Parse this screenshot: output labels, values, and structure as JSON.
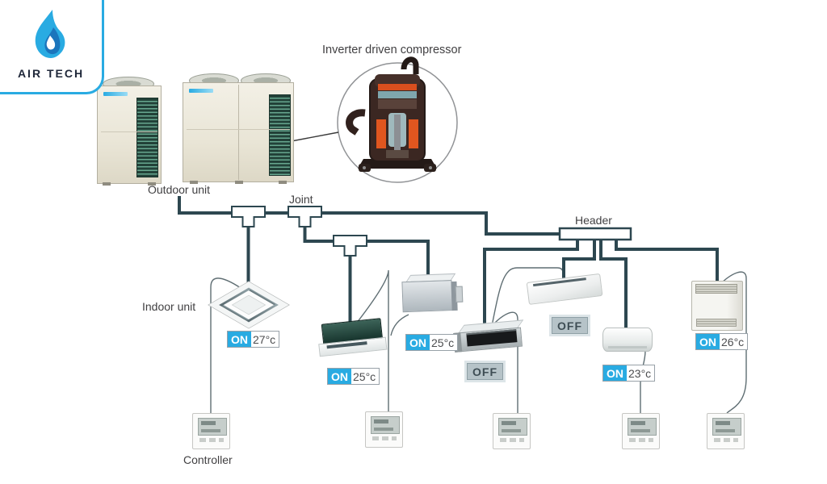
{
  "logo": {
    "brand": "AIR TECH"
  },
  "annotations": {
    "compressor": "Inverter driven compressor",
    "outdoor_unit": "Outdoor unit",
    "joint": "Joint",
    "header": "Header",
    "indoor_unit": "Indoor unit",
    "controller": "Controller"
  },
  "colors": {
    "accent": "#29abe2",
    "accent_dark": "#1b75bc",
    "pipe": "#2d4750",
    "off_badge_bg": "#b6c3c8",
    "badge_border": "#98a1a8",
    "label_text": "#414042"
  },
  "indoor_units": [
    {
      "type": "4-way-cassette",
      "status": "ON",
      "temp": "27°c"
    },
    {
      "type": "1-way-cassette",
      "status": "ON",
      "temp": "25°c"
    },
    {
      "type": "concealed-duct",
      "status": "ON",
      "temp": "25°c"
    },
    {
      "type": "slim-duct",
      "status": "OFF",
      "temp": ""
    },
    {
      "type": "ceiling-suspended",
      "status": "OFF",
      "temp": ""
    },
    {
      "type": "wall-mounted",
      "status": "ON",
      "temp": "23°c"
    },
    {
      "type": "floor-standing",
      "status": "ON",
      "temp": "26°c"
    }
  ]
}
